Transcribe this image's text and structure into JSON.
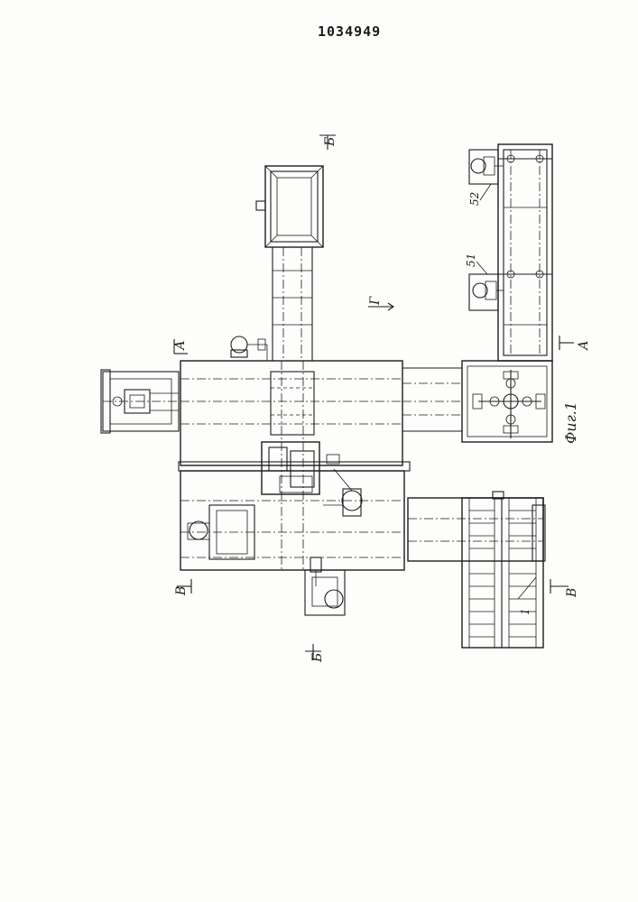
{
  "document": {
    "patent_number": "1034949"
  },
  "figure": {
    "caption": "Фиг.1",
    "section_marks": {
      "a_left": "А",
      "a_right": "А",
      "b_top": "Б",
      "v_left": "В",
      "v_right": "В",
      "b_bottom": "Б"
    },
    "view_label": "Г",
    "reference_numerals": {
      "r52": "52",
      "r51": "51",
      "r1": "1"
    }
  }
}
